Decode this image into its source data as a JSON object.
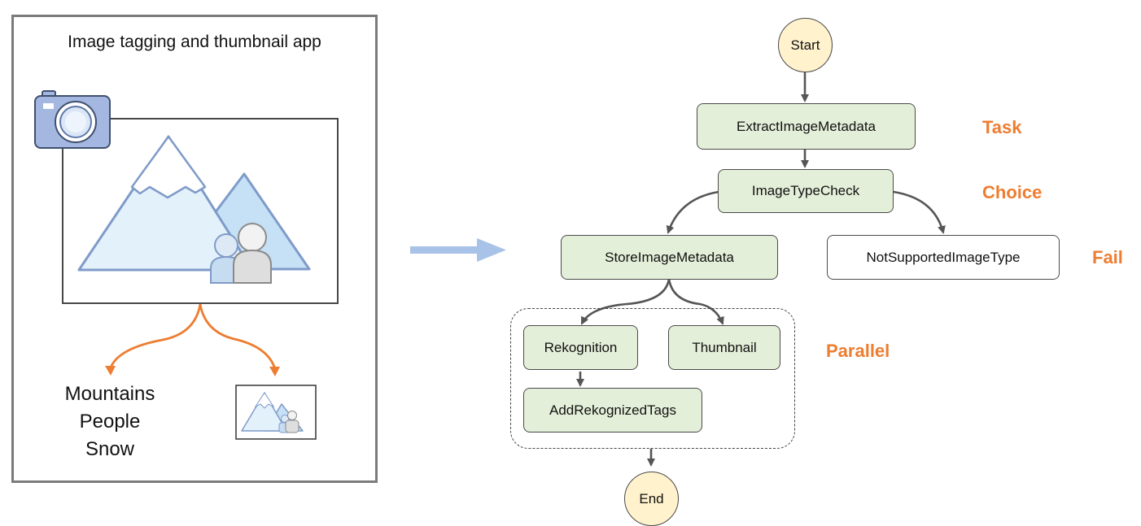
{
  "left_panel": {
    "title": "Image tagging and thumbnail app",
    "tags": [
      "Mountains",
      "People",
      "Snow"
    ]
  },
  "flow": {
    "start": "Start",
    "end": "End",
    "nodes": {
      "extract": "ExtractImageMetadata",
      "type_check": "ImageTypeCheck",
      "store": "StoreImageMetadata",
      "not_supported": "NotSupportedImageType",
      "rekognition": "Rekognition",
      "thumbnail": "Thumbnail",
      "add_tags": "AddRekognizedTags"
    },
    "state_types": {
      "task": "Task",
      "choice": "Choice",
      "fail": "Fail",
      "parallel": "Parallel"
    }
  },
  "colors": {
    "task_fill": "#e4efd9",
    "terminal_fill": "#fff2cc",
    "accent_orange": "#ed7d31",
    "arrow_blue": "#a9c3e8",
    "mountain_stroke": "#7f9bc9",
    "camera_fill": "#a3b7e0"
  }
}
